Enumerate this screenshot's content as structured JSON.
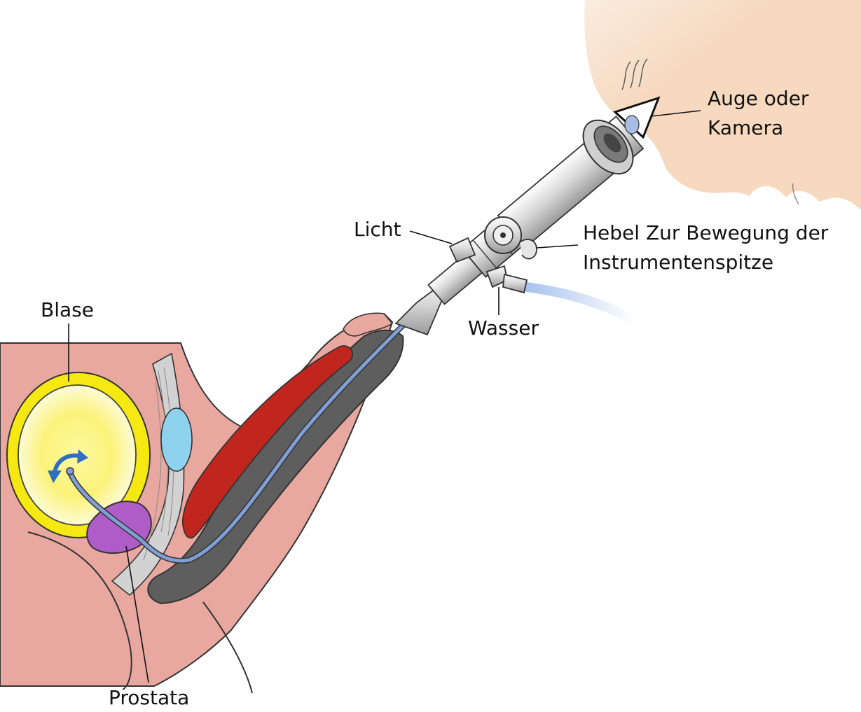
{
  "colors": {
    "body": "#e8a8a0",
    "bladder_ring": "#f6e812",
    "bladder_inner": "#fbf6a6",
    "prostate": "#b05cc8",
    "erectile": "#c0261e",
    "urethra_shaft": "#5e5e5e",
    "instrument_tube": "#7f9fd6",
    "water_hose": "#a9c3ec",
    "face": "#f6d9bf",
    "ligament": "#d2d2d2",
    "vesicle": "#8fd2ee",
    "arrow": "#2e6fc0"
  },
  "labels": {
    "eye_line1": "Auge oder",
    "eye_line2": "Kamera",
    "light": "Licht",
    "lever_line1": "Hebel Zur Bewegung der",
    "lever_line2": "Instrumentenspitze",
    "water": "Wasser",
    "bladder": "Blase",
    "prostate": "Prostata"
  },
  "icons": {
    "eye": "eye-icon",
    "rotation": "curved-arrow-icon"
  }
}
